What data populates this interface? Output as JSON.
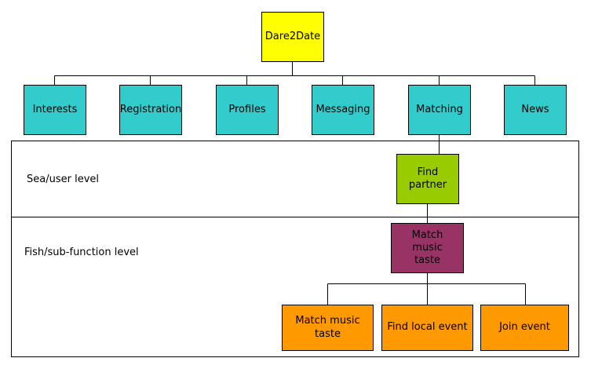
{
  "root": {
    "label": "Dare2Date",
    "color": "#ffff00"
  },
  "top_level": [
    {
      "label": "Interests"
    },
    {
      "label": "Registration"
    },
    {
      "label": "Profiles"
    },
    {
      "label": "Messaging"
    },
    {
      "label": "Matching"
    },
    {
      "label": "News"
    }
  ],
  "bands": {
    "sea": "Sea/user level",
    "fish": "Fish/sub-function level"
  },
  "sea_node": {
    "label": "Find partner",
    "color": "#99cc00"
  },
  "fish_node": {
    "label": "Match music taste",
    "color": "#993366"
  },
  "leaves": [
    {
      "label": "Match music taste"
    },
    {
      "label": "Find local event"
    },
    {
      "label": "Join event"
    }
  ],
  "colors": {
    "top_level": "#33cccc",
    "leaves": "#ff9900"
  }
}
